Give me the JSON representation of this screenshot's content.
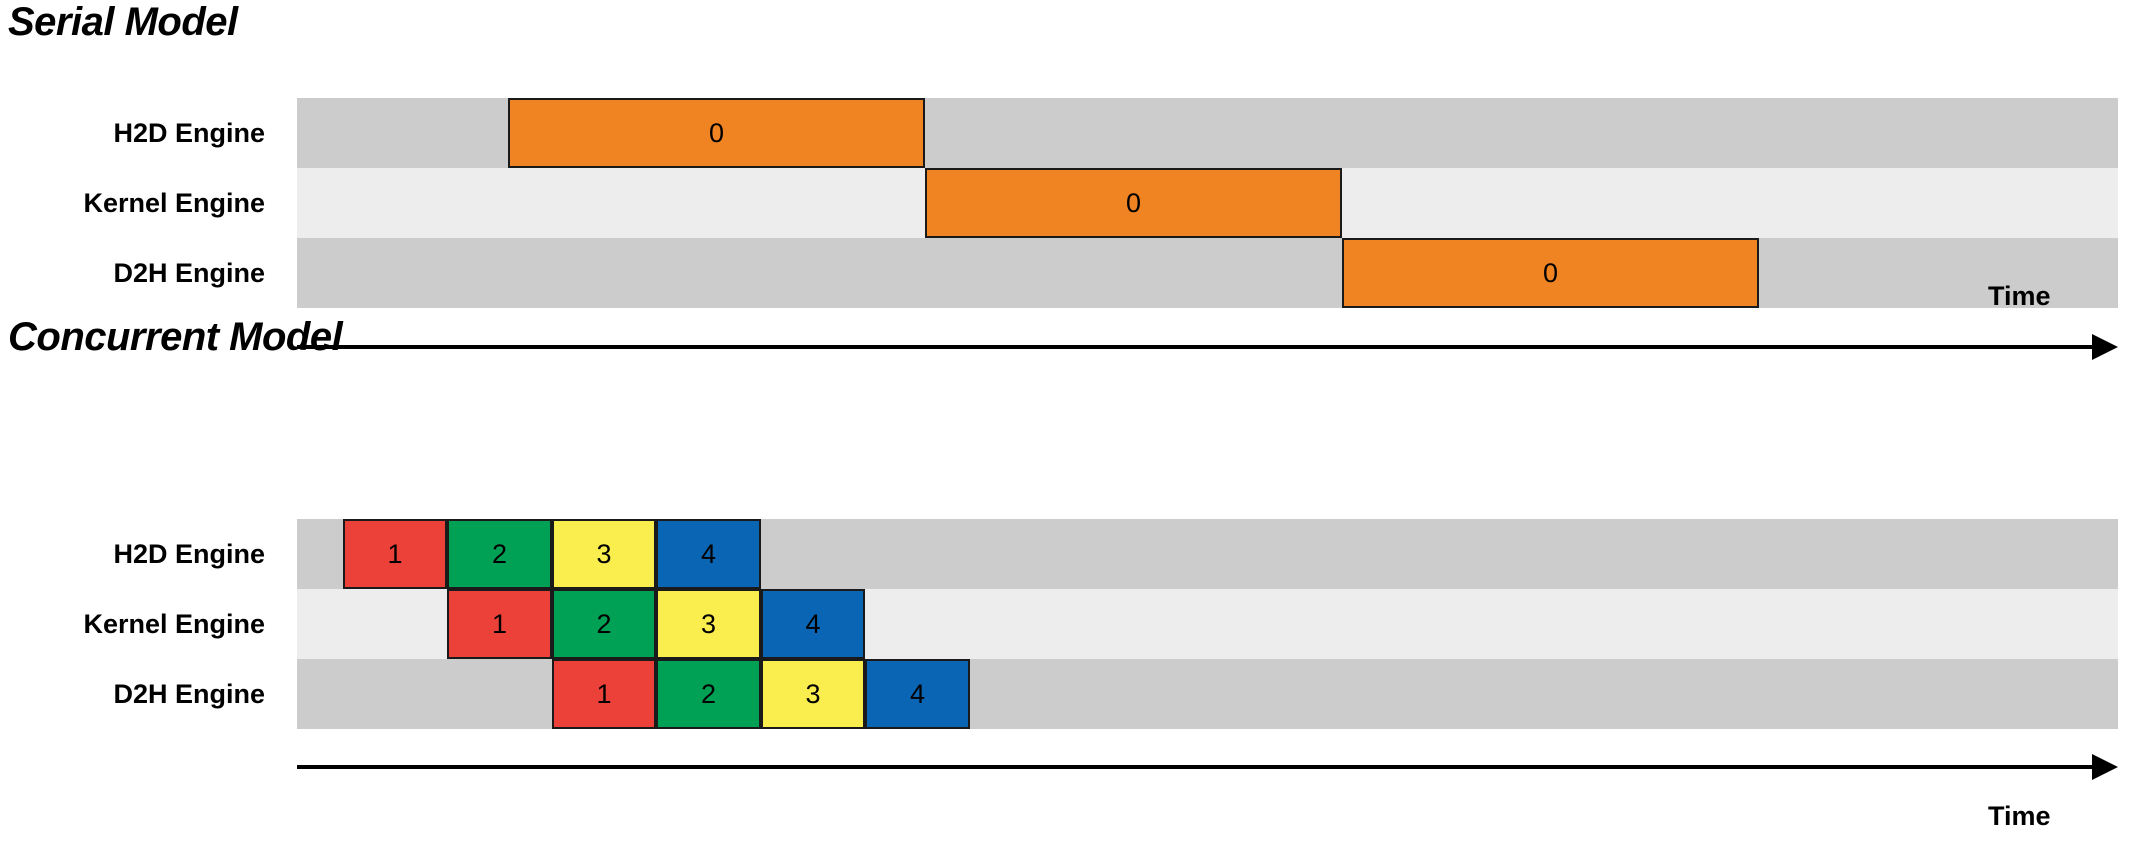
{
  "diagram": {
    "title_serial": "Serial Model",
    "title_concurrent": "Concurrent Model",
    "axis_label": "Time",
    "engines": [
      "H2D Engine",
      "Kernel Engine",
      "D2H Engine"
    ],
    "colors": {
      "orange": "#f08322",
      "red": "#ec4139",
      "green": "#00a055",
      "yellow": "#faed4e",
      "blue": "#0a66b4",
      "track_dark": "#cccccc",
      "track_light": "#ededed",
      "outline": "#1a1a1a"
    }
  },
  "chart_data": {
    "type": "bar",
    "title": "Serial Model vs Concurrent Model CUDA stream execution timeline",
    "xlabel": "Time",
    "ylabel": "",
    "charts": [
      {
        "name": "Serial Model",
        "lanes": [
          {
            "engine": "H2D Engine",
            "track_shade": "dark",
            "blocks": [
              {
                "label": "0",
                "color": "orange",
                "start": 260,
                "end": 675
              }
            ]
          },
          {
            "engine": "Kernel Engine",
            "track_shade": "light",
            "blocks": [
              {
                "label": "0",
                "color": "orange",
                "start": 675,
                "end": 1090
              }
            ]
          },
          {
            "engine": "D2H Engine",
            "track_shade": "dark",
            "blocks": [
              {
                "label": "0",
                "color": "orange",
                "start": 1090,
                "end": 1505
              }
            ]
          }
        ]
      },
      {
        "name": "Concurrent Model",
        "lanes": [
          {
            "engine": "H2D Engine",
            "track_shade": "dark",
            "blocks": [
              {
                "label": "1",
                "color": "red",
                "start": 260,
                "end": 364
              },
              {
                "label": "2",
                "color": "green",
                "start": 364,
                "end": 469
              },
              {
                "label": "3",
                "color": "yellow",
                "start": 469,
                "end": 573
              },
              {
                "label": "4",
                "color": "blue",
                "start": 573,
                "end": 678
              }
            ]
          },
          {
            "engine": "Kernel Engine",
            "track_shade": "light",
            "blocks": [
              {
                "label": "1",
                "color": "red",
                "start": 364,
                "end": 469
              },
              {
                "label": "2",
                "color": "green",
                "start": 469,
                "end": 573
              },
              {
                "label": "3",
                "color": "yellow",
                "start": 573,
                "end": 678
              },
              {
                "label": "4",
                "color": "blue",
                "start": 678,
                "end": 782
              }
            ]
          },
          {
            "engine": "D2H Engine",
            "track_shade": "dark",
            "blocks": [
              {
                "label": "1",
                "color": "red",
                "start": 469,
                "end": 573
              },
              {
                "label": "2",
                "color": "green",
                "start": 573,
                "end": 678
              },
              {
                "label": "3",
                "color": "yellow",
                "start": 678,
                "end": 782
              },
              {
                "label": "4",
                "color": "blue",
                "start": 782,
                "end": 887
              }
            ]
          }
        ]
      }
    ]
  }
}
